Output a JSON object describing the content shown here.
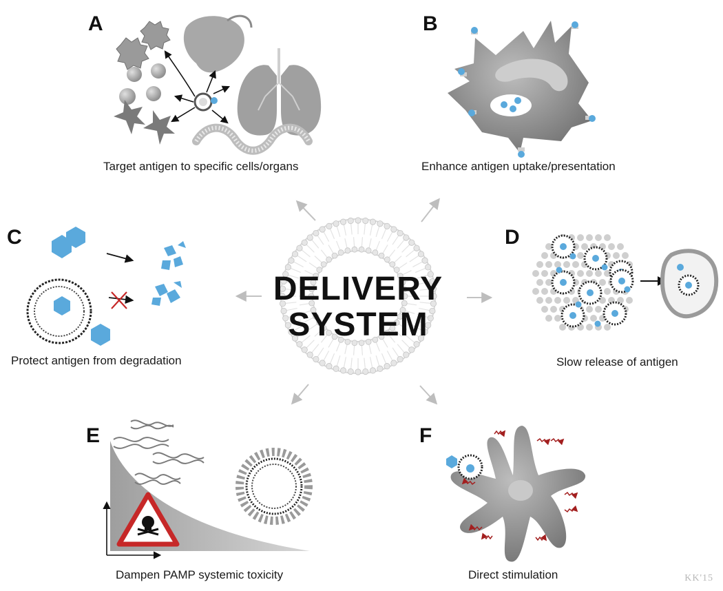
{
  "center": {
    "line1": "DELIVERY",
    "line2": "SYSTEM"
  },
  "panels": [
    {
      "letter": "A",
      "caption": "Target antigen to specific cells/organs"
    },
    {
      "letter": "B",
      "caption": "Enhance antigen uptake/presentation"
    },
    {
      "letter": "C",
      "caption": "Protect antigen from degradation"
    },
    {
      "letter": "D",
      "caption": "Slow release of antigen"
    },
    {
      "letter": "E",
      "caption": "Dampen PAMP systemic toxicity"
    },
    {
      "letter": "F",
      "caption": "Direct stimulation"
    }
  ],
  "signature": "KK'15",
  "colors": {
    "antigen": "#5aa9dc",
    "cell_gray": "#8c8c8c",
    "warning_red": "#c62828",
    "stimulus_red": "#a31f1f"
  },
  "icons": [
    "liposome-icon",
    "lung-icon",
    "liver-icon",
    "intestine-icon",
    "dendritic-cell-icon",
    "macrophage-icon",
    "dna-icon",
    "warning-skull-icon",
    "arrow-icon"
  ]
}
